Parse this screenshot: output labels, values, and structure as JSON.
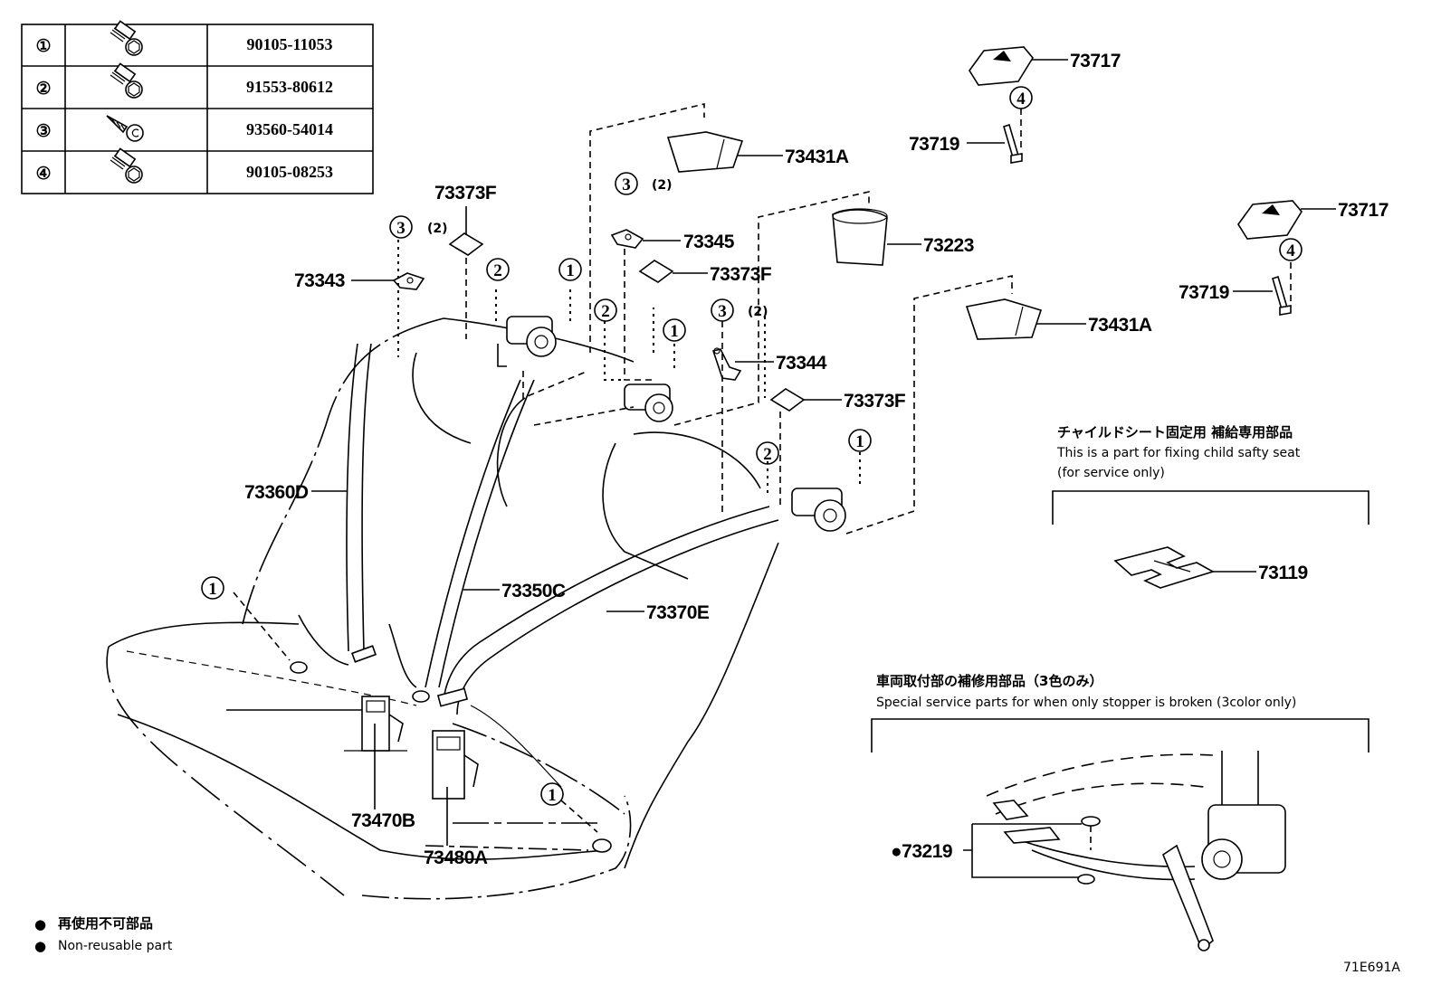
{
  "fastener_table": {
    "rows": [
      {
        "ref": "1",
        "icon": "hex-flange-bolt-icon",
        "part_number": "90105-11053"
      },
      {
        "ref": "2",
        "icon": "hex-flange-bolt-icon",
        "part_number": "91553-80612"
      },
      {
        "ref": "3",
        "icon": "tapping-screw-icon",
        "part_number": "93560-54014"
      },
      {
        "ref": "4",
        "icon": "hex-flange-bolt-icon",
        "part_number": "90105-08253"
      }
    ]
  },
  "callouts": {
    "p73373F_a": "73373F",
    "p73343": "73343",
    "p73345": "73345",
    "p73373F_b": "73373F",
    "p73431A_a": "73431A",
    "p73223": "73223",
    "p73431A_b": "73431A",
    "p73344": "73344",
    "p73373F_c": "73373F",
    "p73717_a": "73717",
    "p73719_a": "73719",
    "p73717_b": "73717",
    "p73719_b": "73719",
    "p73360D": "73360D",
    "p73350C": "73350C",
    "p73370E": "73370E",
    "p73470B": "73470B",
    "p73480A": "73480A",
    "p73119": "73119",
    "p73219": "●73219"
  },
  "fastener_refs": {
    "one": "①",
    "two": "②",
    "three": "③",
    "four": "④",
    "qty_two": "(2)"
  },
  "child_seat_note": {
    "jp": "チャイルドシート固定用  補給専用部品",
    "en_line1": "This is a part for fixing child safty seat",
    "en_line2": "(for service only)"
  },
  "stopper_note": {
    "jp": "車両取付部の補修用部品（3色のみ）",
    "en": "Special service parts for when only stopper is broken (3color only)"
  },
  "legend": {
    "symbol": "●",
    "jp": "再使用不可部品",
    "en": "Non-reusable part"
  },
  "diagram_id": "71E691A"
}
